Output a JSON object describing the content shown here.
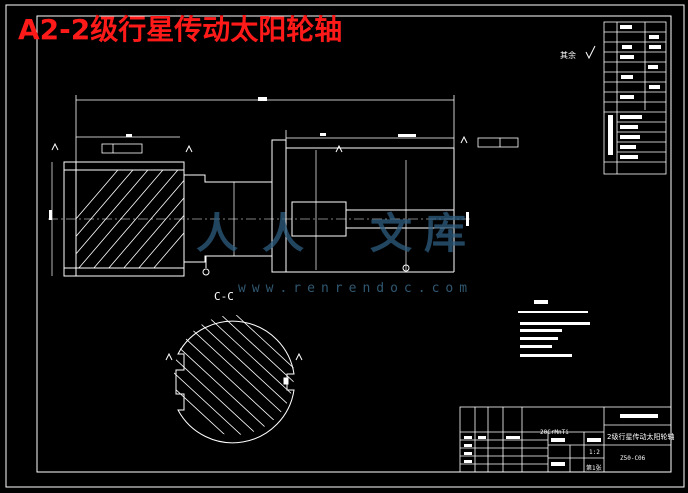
{
  "banner": {
    "title": "A2-2级行星传动太阳轮轴"
  },
  "section": {
    "label": "C-C"
  },
  "roughness": {
    "label": "其余"
  },
  "watermark": {
    "site": "www.renrendoc.com"
  },
  "title_block": {
    "material": "20CrMnTi",
    "drawing_no": "Z50-C06",
    "part_name": "2级行星传动太阳轮轴",
    "scale": "1:2",
    "sheet": "第1张"
  },
  "colors": {
    "background": "#000000",
    "lines": "#ffffff",
    "banner": "#ff1a1a",
    "watermark": "#2e5e80"
  }
}
